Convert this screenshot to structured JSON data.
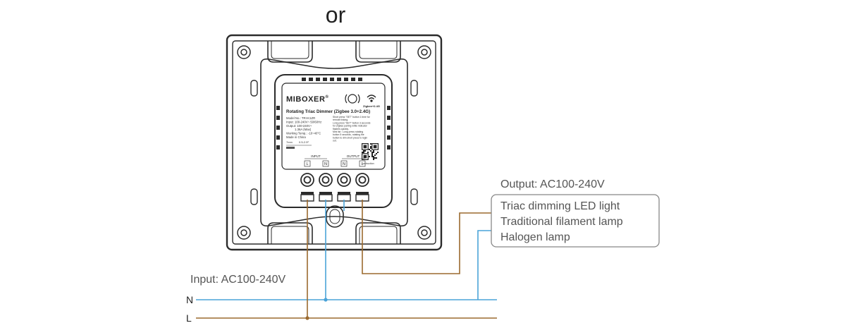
{
  "heading": "or",
  "device": {
    "brand": "MIBOXER",
    "registered_mark": "®",
    "product_name": "Rotating Triac Dimmer (Zigbee 3.0+2.4G)",
    "wireless_label": "Zigbee+2.4G",
    "specs": [
      "Model No.: TRI-K1ZR",
      "Input: 100-240V~ 50/60Hz",
      "Output: 100-240V~",
      "1.36A (Max)",
      "Working Temp.: -10~40°C",
      "Made in China"
    ],
    "instructions": [
      "Short press \"SET\" button 1 time for",
      "remote linking.",
      "Long press \"SET\" button 3 seconds",
      "for Zigbee pairing while indicator",
      "flashes quickly.",
      "Mini list : Long press rotating",
      "button 5 seconds, rotating the",
      "button to dim short press to login",
      "out."
    ],
    "strip_length": "7mm",
    "wire_gauge": "0.5-2.5²",
    "input_group": "INPUT",
    "output_group": "OUTPUT",
    "terminals": [
      "L",
      "N",
      "N",
      "L"
    ],
    "qr_caption": "Instruction"
  },
  "input_label": "Input: AC100-240V",
  "output_label": "Output: AC100-240V",
  "loads": [
    "Triac dimming LED light",
    "Traditional filament lamp",
    "Halogen lamp"
  ],
  "lines": {
    "neutral": "N",
    "live": "L"
  },
  "colors": {
    "live_wire": "#9b6a2f",
    "neutral_wire": "#4aa3d8",
    "outline": "#2b2b2b",
    "text": "#444444"
  }
}
